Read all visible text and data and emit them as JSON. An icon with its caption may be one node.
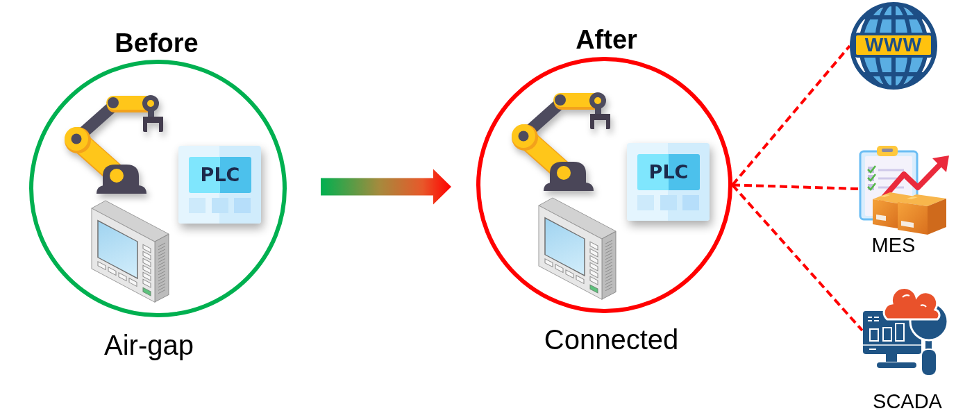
{
  "diagram": {
    "nodes": [
      {
        "text": [
          "Before"
        ],
        "beside": [
          "Air-gap"
        ]
      },
      {
        "text": [
          "PLC"
        ],
        "in": 0
      },
      {
        "text": [
          "After"
        ],
        "beside": [
          "Connected"
        ]
      },
      {
        "text": [
          "PLC"
        ],
        "in": 2
      },
      {
        "text": [
          "WWW"
        ]
      },
      {
        "text": [
          "MES"
        ]
      },
      {
        "text": [
          "SCADA"
        ]
      }
    ],
    "edges": [
      {
        "from": 0,
        "to": 2,
        "arrow": "to",
        "style": "thick"
      },
      {
        "from": 2,
        "to": 4,
        "arrow": "none",
        "style": "dashed",
        "color": "#ff0000"
      },
      {
        "from": 2,
        "to": 5,
        "arrow": "none",
        "style": "dashed",
        "color": "#ff0000"
      },
      {
        "from": 2,
        "to": 6,
        "arrow": "none",
        "style": "dashed",
        "color": "#ff0000"
      }
    ]
  }
}
